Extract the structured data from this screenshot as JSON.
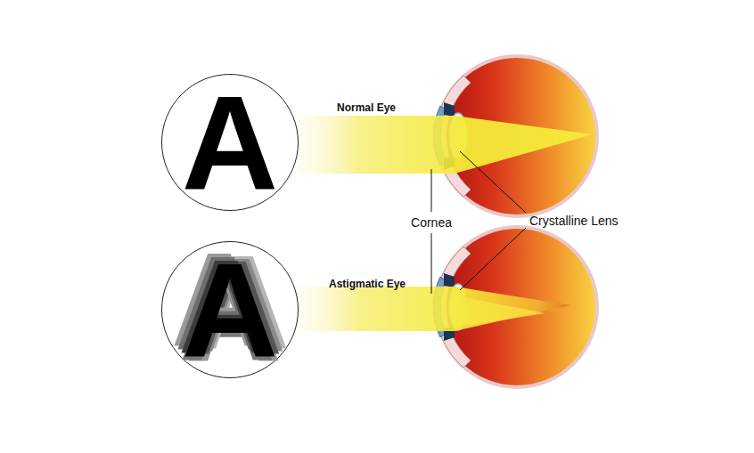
{
  "diagram": {
    "nodes": [
      {
        "text": [
          "A"
        ]
      },
      {
        "text": [
          "A"
        ]
      }
    ],
    "labels": [
      "Normal Eye",
      "Astigmatic Eye",
      "Cornea",
      "Crystalline Lens"
    ]
  }
}
